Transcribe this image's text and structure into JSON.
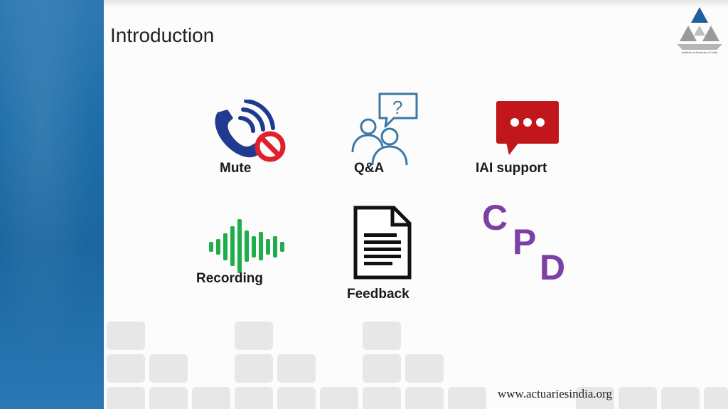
{
  "slide": {
    "title": "Introduction",
    "website": "www.actuariesindia.org",
    "logo_caption": "Institute of Actuaries of India"
  },
  "icons": {
    "mute": {
      "label": "Mute",
      "icon": "phone-mute-icon"
    },
    "qa": {
      "label": "Q&A",
      "icon": "people-question-icon"
    },
    "support": {
      "label": "IAI support",
      "icon": "chat-bubble-icon"
    },
    "recording": {
      "label": "Recording",
      "icon": "sound-wave-icon"
    },
    "feedback": {
      "label": "Feedback",
      "icon": "document-icon"
    },
    "cpd": {
      "letters": [
        "C",
        "P",
        "D"
      ]
    }
  },
  "colors": {
    "band": "#1e6ea9",
    "phone_blue": "#1f3a8f",
    "mute_red": "#e0202b",
    "qa_blue": "#3a79a8",
    "support_red": "#c0161c",
    "wave_green": "#1fae4b",
    "cpd_purple": "#7b3fa6"
  }
}
